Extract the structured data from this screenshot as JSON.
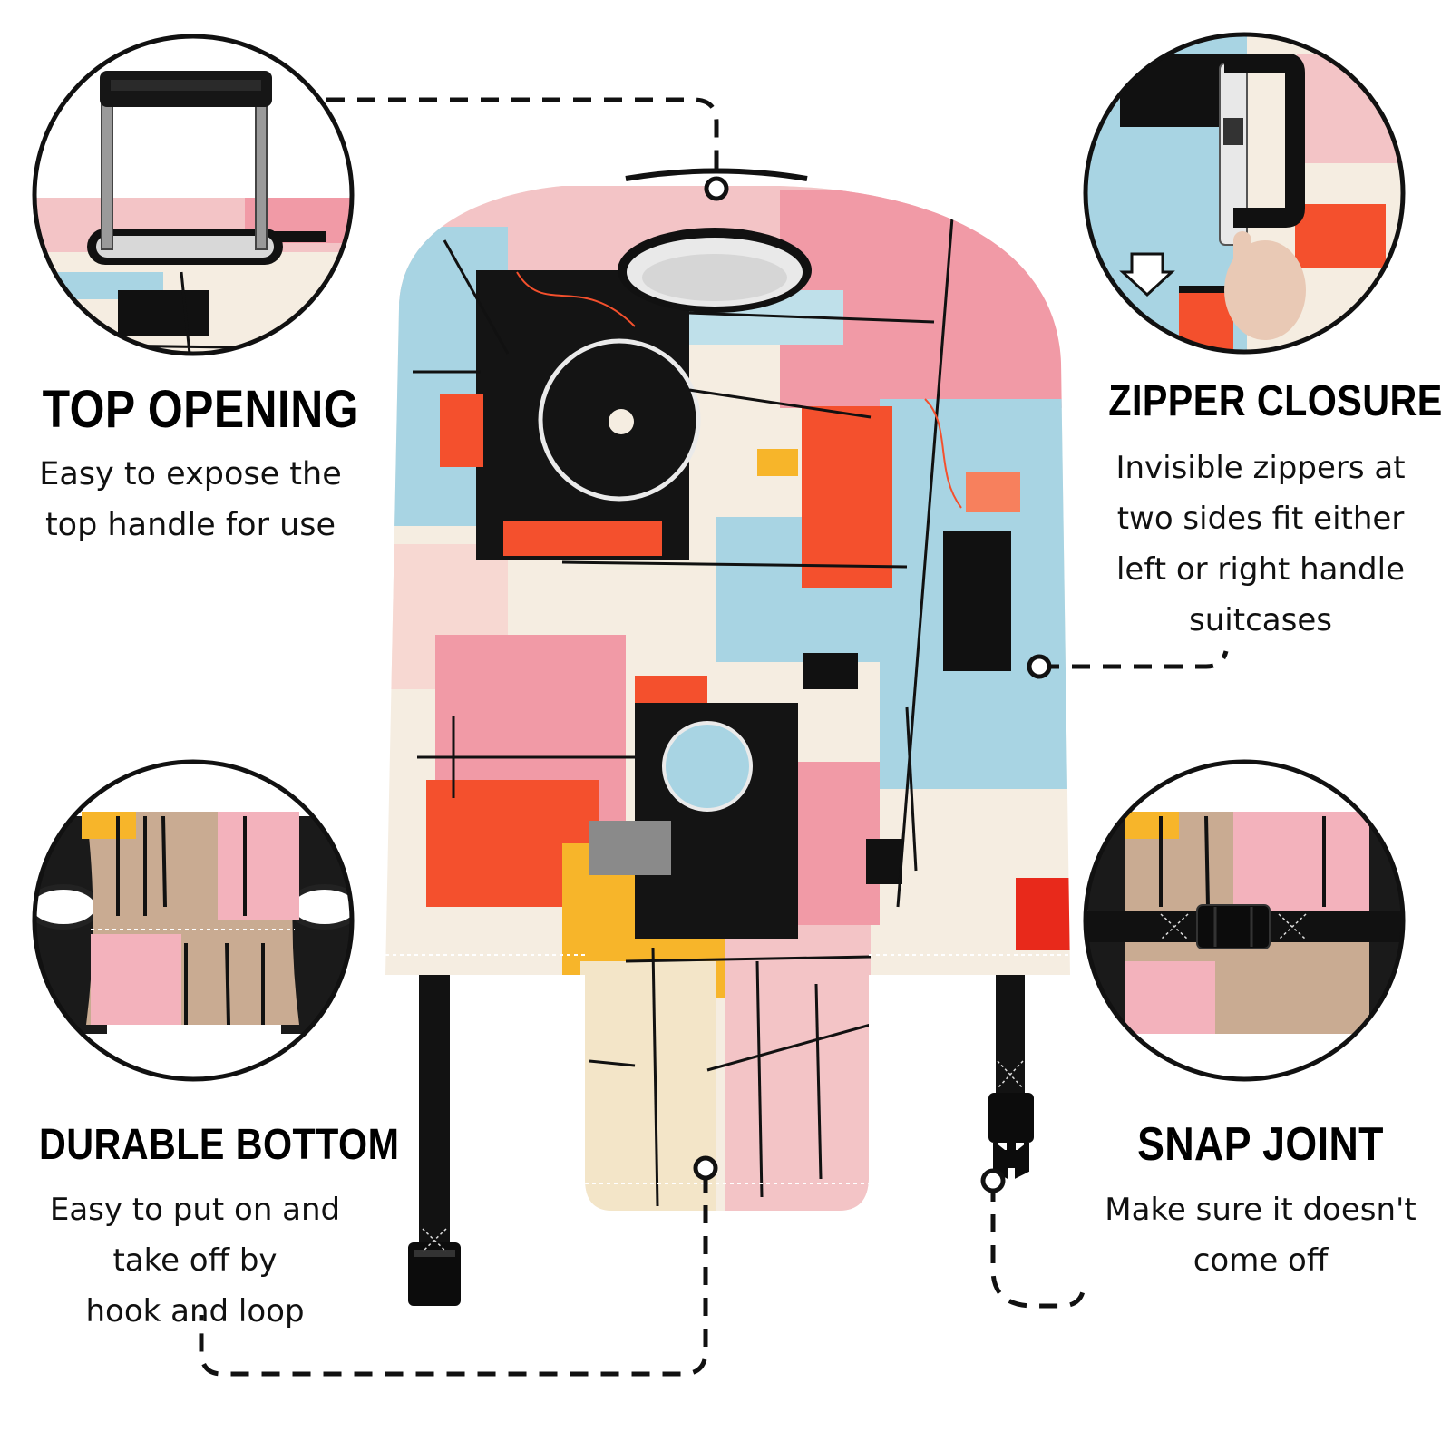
{
  "features": [
    {
      "id": "top-opening",
      "title": "TOP OPENING",
      "lines": [
        "Easy to expose the",
        "top handle for use"
      ]
    },
    {
      "id": "zipper-closure",
      "title": "ZIPPER CLOSURE",
      "lines": [
        "Invisible zippers at",
        "two sides fit either",
        "left or right handle",
        "suitcases"
      ]
    },
    {
      "id": "durable-bottom",
      "title": "DURABLE BOTTOM",
      "lines": [
        "Easy to put on and",
        "take off by",
        "hook and loop"
      ]
    },
    {
      "id": "snap-joint",
      "title": "SNAP JOINT",
      "lines": [
        "Make sure it doesn't",
        "come off"
      ]
    }
  ],
  "colors": {
    "pink": "#f3a9b4",
    "blue": "#a8d4e3",
    "red_orange": "#f4502d",
    "cream": "#f5ede1",
    "black": "#111111",
    "yellow": "#f7b52a",
    "tan": "#c9ab92"
  }
}
